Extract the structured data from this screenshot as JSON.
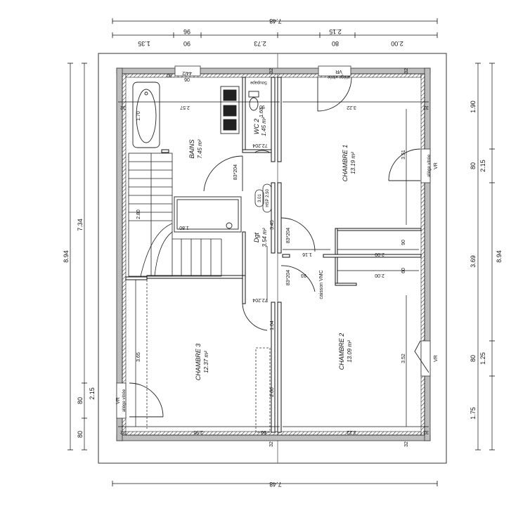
{
  "dimensions": {
    "top_total": "7.48",
    "top_segments": [
      "1.35",
      "90",
      "96",
      "2.73",
      "80",
      "2.15",
      "2.00"
    ],
    "bottom_total": "7.48",
    "left_overall": "8.94",
    "left_inner": "7.34",
    "left_small_1": "2.15",
    "left_small_2": "80",
    "left_small_3": "80",
    "right_overall": "8.94",
    "right_segments": [
      "1.90",
      "80",
      "2.15",
      "3.69",
      "80",
      "1.25",
      "1.75"
    ],
    "interior": {
      "bains_width": "2.57",
      "wall_32_a": "32",
      "wall_32_b": "32",
      "wall_32_c": "32",
      "wall_32_d": "32",
      "wall_32_e": "32",
      "wall_32_f": "32",
      "wall_32_g": "32",
      "wall_32_h": "32",
      "ch1_width": "3.22",
      "ch1_depth": "3.51",
      "ch2_width": "3.22",
      "ch2_depth": "3.52",
      "ch3_width": "2.95",
      "ch3_depth": "3.65",
      "ch3_closet": "60",
      "bath_90": "90",
      "bath_170": "1.70",
      "stair_280": "2.80",
      "stair_180": "1.80",
      "wc_160": "1.60",
      "degt_345": "3.45",
      "degt_104": "1.04",
      "degt_200": "2.00",
      "degt_116": "1.16",
      "degt_93": "93",
      "closet_200_a": "2.00",
      "closet_200_b": "2.00",
      "closet_90": "90",
      "closet_60": "60",
      "wc_door_72": "72.204",
      "door_83_a": "83*204",
      "door_83_b": "83*204",
      "door_83_c": "83*204",
      "door_72_b": "72.204",
      "win_44": "44/2",
      "win_06": "06",
      "pipe_label": "Soupape",
      "cutout_90": "90"
    }
  },
  "rooms": {
    "bains": {
      "name": "BAINS",
      "area": "7.45 m²"
    },
    "wc": {
      "name": "WC 2",
      "area": "1.45 m²"
    },
    "chambre1": {
      "name": "CHAMBRE 1",
      "area": "13.19 m²"
    },
    "chambre2": {
      "name": "CHAMBRE 2",
      "area": "13.09 m²"
    },
    "chambre3": {
      "name": "CHAMBRE 3",
      "area": "12.37 m²"
    },
    "degt": {
      "name": "Dgt",
      "area": "3.54 m²"
    }
  },
  "labels": {
    "hsp": "HSP 2.50",
    "hsp_small": "3.01",
    "caisson": "caisson VMC",
    "vr_ch1": "VR",
    "vr_ch1_sub": "allège vitrée",
    "vr_ch2": "VR",
    "vr_ch3": "VR",
    "vr_ch3_sub": "allège vitrée",
    "vr_top": "VR",
    "vr_top_sub": "allège vitrée"
  }
}
